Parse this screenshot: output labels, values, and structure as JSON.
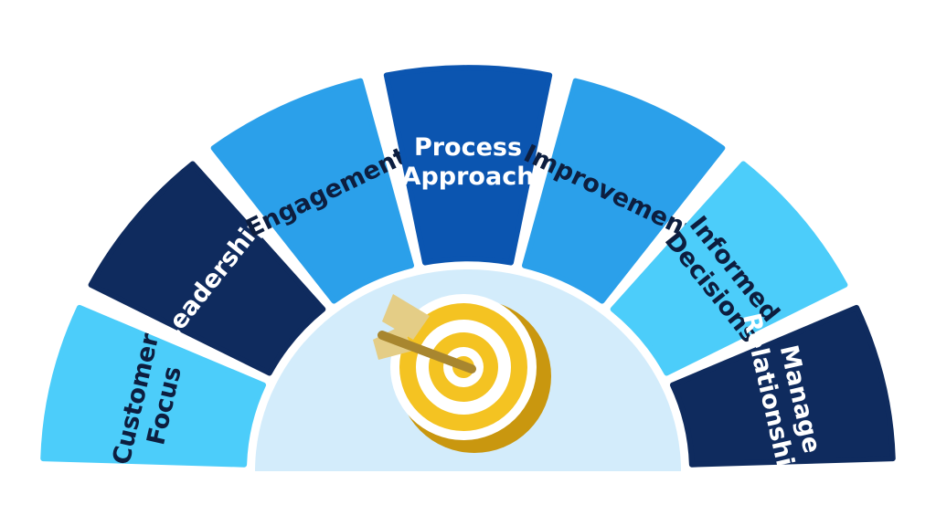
{
  "diagram": {
    "center_icon": "target-with-arrow-icon",
    "segments": [
      {
        "id": "customer-focus",
        "lines": [
          "Customer",
          "Focus"
        ],
        "fill": "#4ccdfa",
        "text_color": "#0d1e3f"
      },
      {
        "id": "leadership",
        "lines": [
          "Leadership"
        ],
        "fill": "#0f2b5e",
        "text_color": "#ffffff"
      },
      {
        "id": "engagement",
        "lines": [
          "Engagement"
        ],
        "fill": "#2ba0ea",
        "text_color": "#0d1e3f"
      },
      {
        "id": "process-approach",
        "lines": [
          "Process",
          "Approach"
        ],
        "fill": "#0b55b0",
        "text_color": "#ffffff"
      },
      {
        "id": "improvement",
        "lines": [
          "Improvement"
        ],
        "fill": "#2ba0ea",
        "text_color": "#0d1e3f"
      },
      {
        "id": "informed-decisions",
        "lines": [
          "Informed",
          "Decisions"
        ],
        "fill": "#4ccdfa",
        "text_color": "#0d1e3f"
      },
      {
        "id": "manage-relationships",
        "lines": [
          "Manage",
          "Relationships"
        ],
        "fill": "#0f2b5e",
        "text_color": "#ffffff"
      }
    ],
    "colors": {
      "center_fill": "#d3ecfb",
      "target_yellow": "#f4c322",
      "target_shadow": "#c9970f",
      "arrow": "#a8862f",
      "fletching": "#e4cd86"
    }
  }
}
